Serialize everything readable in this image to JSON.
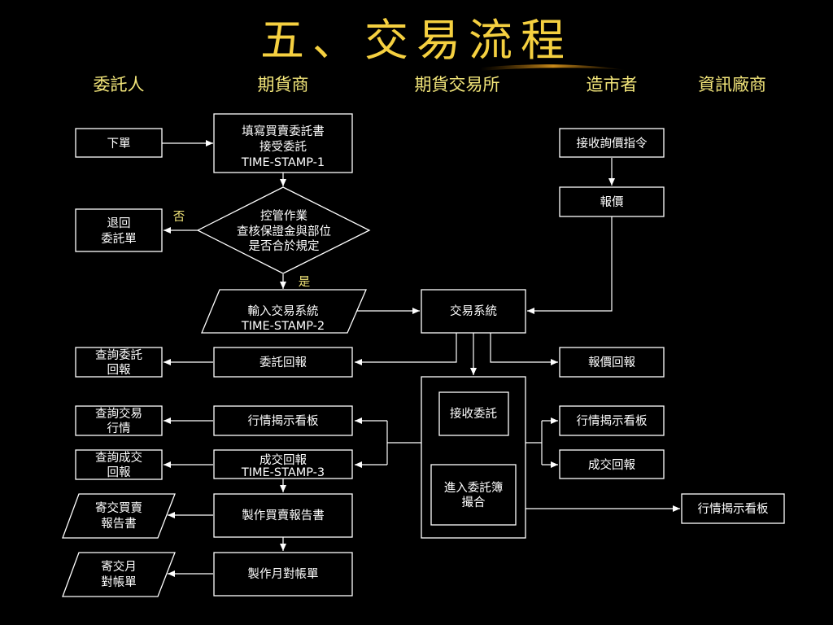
{
  "title": "五、交易流程",
  "lanes": [
    "委託人",
    "期貨商",
    "期貨交易所",
    "造市者",
    "資訊廠商"
  ],
  "nodes": {
    "place_order": "下單",
    "fill_form": [
      "填寫買賣委託書",
      "接受委託",
      "TIME-STAMP-1"
    ],
    "control": [
      "控管作業",
      "查核保證金與部位",
      "是否合於規定"
    ],
    "return_order": [
      "退回",
      "委託單"
    ],
    "input_system": [
      "輸入交易系統",
      "TIME-STAMP-2"
    ],
    "trading_system": "交易系統",
    "receive_inquiry": "接收詢價指令",
    "quote": "報價",
    "order_report": "委託回報",
    "query_order": [
      "查詢委託",
      "回報"
    ],
    "quote_report": "報價回報",
    "receive_order": "接收委託",
    "enter_book": [
      "進入委託簿",
      "撮合"
    ],
    "market_board_broker": "行情揭示看板",
    "query_market": [
      "查詢交易",
      "行情"
    ],
    "fill_report_broker": [
      "成交回報",
      "TIME-STAMP-3"
    ],
    "query_fill": [
      "查詢成交",
      "回報"
    ],
    "market_board_mm": "行情揭示看板",
    "fill_report_mm": "成交回報",
    "market_board_vendor": "行情揭示看板",
    "make_report": "製作買賣報告書",
    "send_report": [
      "寄交買賣",
      "報告書"
    ],
    "make_statement": "製作月對帳單",
    "send_statement": [
      "寄交月",
      "對帳單"
    ]
  },
  "labels": {
    "no": "否",
    "yes": "是"
  }
}
